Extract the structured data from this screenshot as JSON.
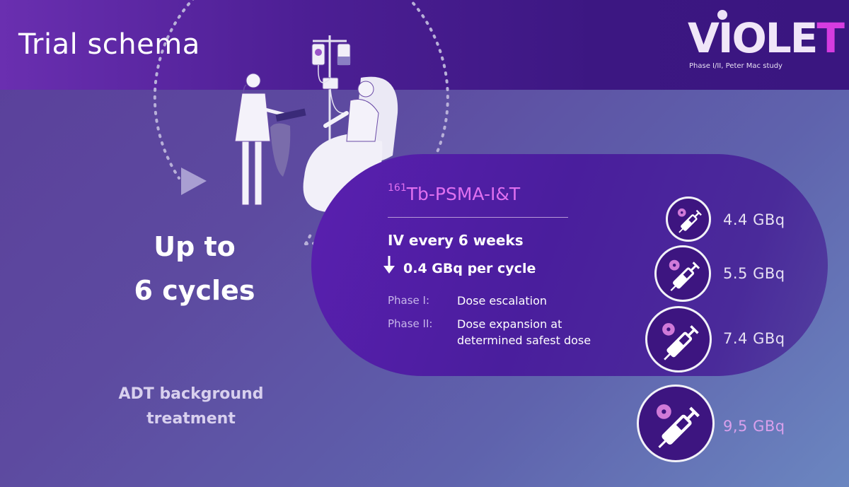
{
  "header": {
    "title": "Trial schema",
    "logo_text_main": "VIOLE",
    "logo_text_end": "T",
    "logo_subtitle": "Phase I/II, Peter Mac study"
  },
  "cycle": {
    "line1": "Up to",
    "line2": "6 cycles",
    "background_line1": "ADT background",
    "background_line2": "treatment"
  },
  "regimen": {
    "drug_sup": "161",
    "drug_name": "Tb-PSMA-I&T",
    "frequency": "IV every 6 weeks",
    "dose_step": "0.4 GBq per cycle",
    "phases": [
      {
        "label": "Phase I:",
        "desc_line1": "Dose escalation",
        "desc_line2": ""
      },
      {
        "label": "Phase II:",
        "desc_line1": "Dose expansion at",
        "desc_line2": "determined safest dose"
      }
    ]
  },
  "doses": [
    {
      "label": "4.4 GBq"
    },
    {
      "label": "5.5 GBq"
    },
    {
      "label": "7.4 GBq"
    },
    {
      "label": "9,5 GBq"
    }
  ],
  "colors": {
    "accent_magenta": "#d63ce0",
    "drug_text": "#e070f0",
    "header_purple": "#4d1f95",
    "pill_purple": "#4a1e9d"
  },
  "icons": [
    "syringe-icon",
    "radiation-icon",
    "iv-drip-icon",
    "arrow-down-icon",
    "cycle-arrow-icon"
  ]
}
